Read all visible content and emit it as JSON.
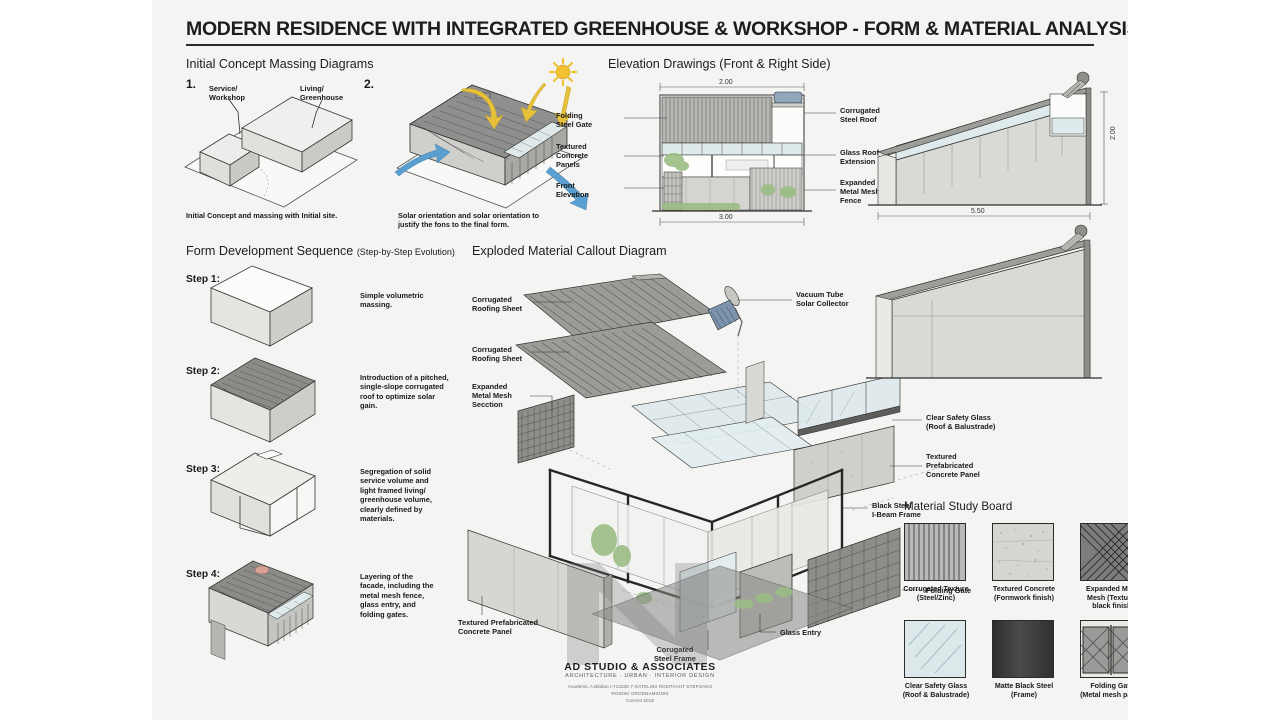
{
  "board": {
    "title": "MODERN RESIDENCE WITH INTEGRATED GREENHOUSE & WORKSHOP - FORM & MATERIAL ANALYSIS",
    "background_color": "#f4f4f2",
    "ink_color": "#1d1d1d"
  },
  "sections": {
    "massing": {
      "heading": "Initial Concept Massing Diagrams",
      "diagram_1": {
        "number": "1.",
        "label_left": "Service/\nWorkshop",
        "label_right": "Living/\nGreenhouse",
        "caption": "Initial Concept and massing with Initial site."
      },
      "diagram_2": {
        "number": "2.",
        "caption": "Solar orientation and solar orientation to\njustify the fons to the final form.",
        "sun_color": "#f2c230",
        "solar_arrow_color": "#e8c13a",
        "wind_arrow_color": "#5b9fd0"
      }
    },
    "elevations": {
      "heading": "Elevation Drawings (Front & Right Side)",
      "front": {
        "labels_left": [
          "Folding\nSteel Gate",
          "Textured\nConcrete\nPanels",
          "Front\nElevation"
        ],
        "labels_right": [
          "Corrugated\nSteel Roof",
          "Glass Roof\nExtension",
          "Expanded\nMetal Mesh\nFence"
        ],
        "dim_top": "2.00",
        "dim_bottom": "3.00"
      },
      "right_side": {
        "dim_bottom": "5.50",
        "dim_right": "2.00"
      }
    },
    "form_sequence": {
      "heading": "Form Development Sequence",
      "subheading": "(Step-by-Step Evolution)",
      "steps": [
        {
          "label": "Step 1:",
          "description": "Simple volumetric\nmassing."
        },
        {
          "label": "Step 2:",
          "description": "Introduction of a pitched,\nsingle-slope corrugated\nroof to optimize solar\ngain."
        },
        {
          "label": "Step 3:",
          "description": "Segregation of solid\nservice volume and\nlight framed living/\ngreenhouse volume,\nclearly defined by\nmaterials."
        },
        {
          "label": "Step 4:",
          "description": "Layering of the\nfacade, including the\nmetal mesh fence,\nglass entry, and\nfolding gates."
        }
      ]
    },
    "exploded": {
      "heading": "Exploded Material Callout Diagram",
      "callouts_left": [
        "Corrugated\nRoofing Sheet",
        "Corrugated\nRoofing Sheet",
        "Expanded\nMetal Mesh\nSecction",
        "Textured Prefabricated\nConcrete Panel"
      ],
      "callouts_right": [
        "Vacuum Tube\nSolar Collector",
        "Clear Safety Glass\n(Roof & Balustrade)",
        "Textured\nPrefabricated\nConcrete Panel",
        "Black Steel\nI-Beam Frame",
        "Folding Gate"
      ],
      "callouts_bottom": [
        "Corugated\nSteel Frame",
        "Glass Entry"
      ]
    },
    "material_board": {
      "heading": "Material Study Board",
      "swatches": [
        {
          "name": "corrugated-texture",
          "caption": "Corrugated Texture\n(Steel/Zinc)",
          "color": "#b9b9b7"
        },
        {
          "name": "textured-concrete",
          "caption": "Textured Concrete\n(Formwork finish)",
          "color": "#d6d6d1"
        },
        {
          "name": "expanded-metal-mesh",
          "caption": "Expanded Metal\nMesh (Textured\nblack finish)",
          "color": "#7d7d7b"
        },
        {
          "name": "clear-safety-glass",
          "caption": "Clear Safety Glass\n(Roof & Balustrade)",
          "color": "#dce8e9"
        },
        {
          "name": "matte-black-steel",
          "caption": "Matte Black Steel\n(Frame)",
          "color": "#3a3a3a"
        },
        {
          "name": "folding-gate",
          "caption": "Folding Gate\n(Metal mesh panel)",
          "color": "#9a9a98"
        }
      ]
    }
  },
  "footer": {
    "studio": "AD STUDIO & ASSOCIATES",
    "disciplines": "ARCHITECTURE  ·  URBAN ·  INTERIOR DESIGN",
    "credit_line_1": "Academic A Bildian I-713336 7-GATELSKI ROMTAAHT STEFOAKO",
    "credit_line_2": "ROIOIKI GRODNAMIONIS",
    "credit_line_3": "Current 2019"
  }
}
